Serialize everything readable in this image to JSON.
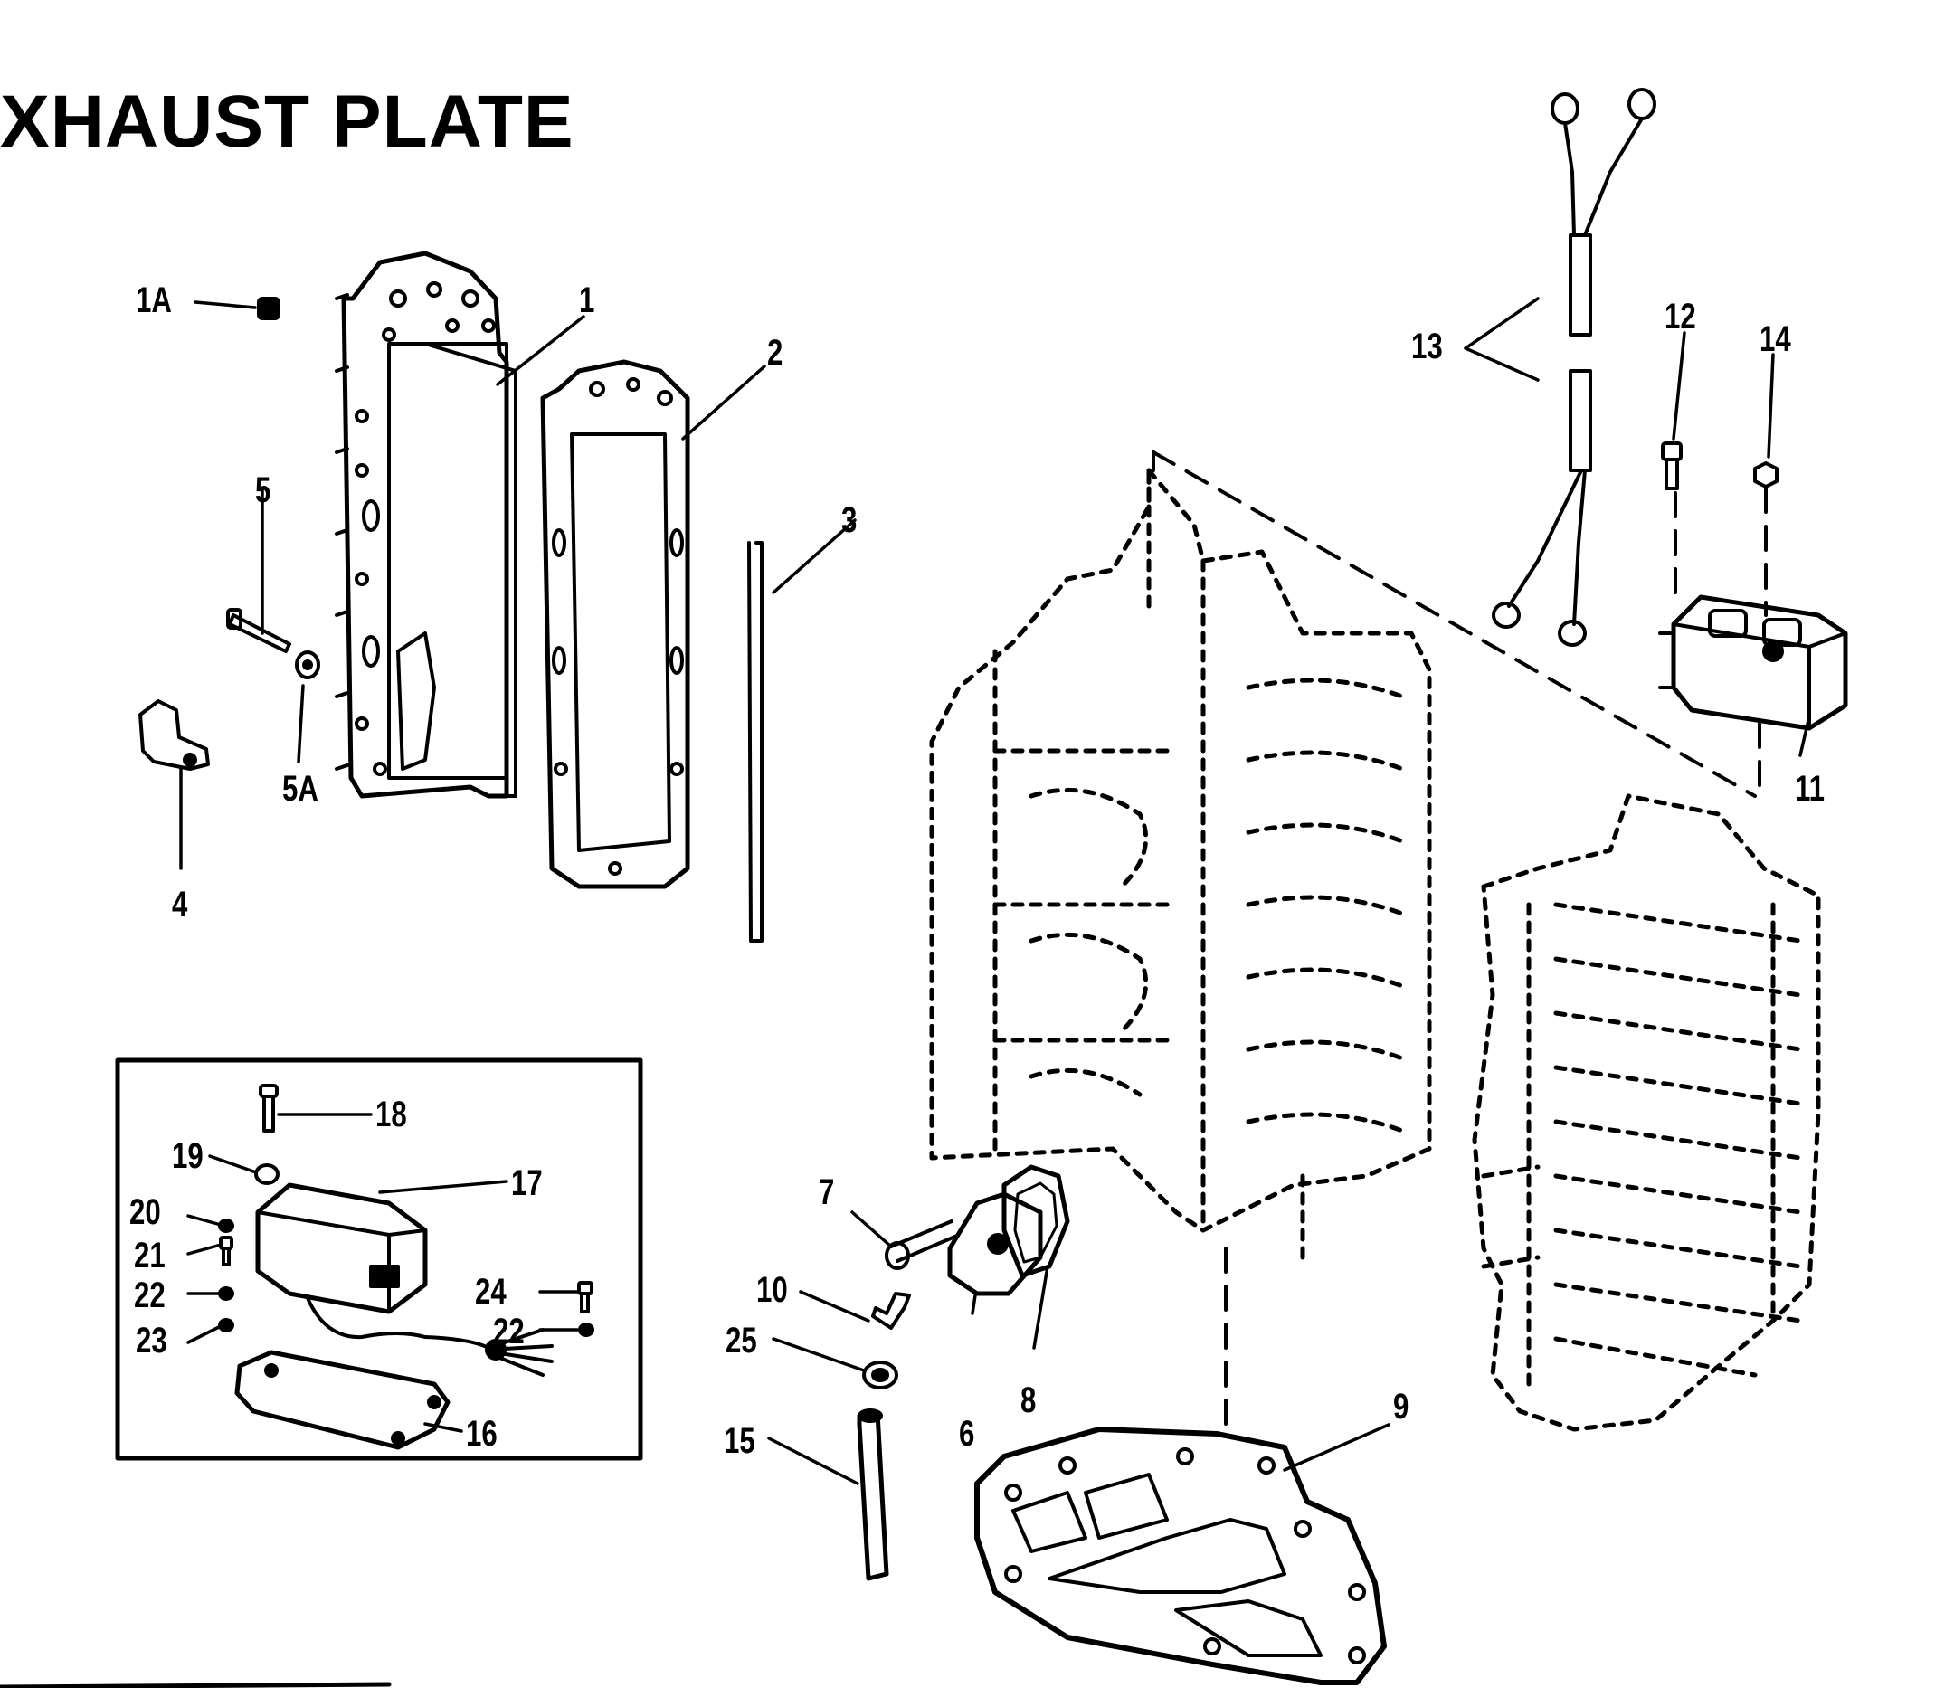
{
  "title": "XHAUST PLATE",
  "callouts": {
    "c1A": "1A",
    "c1": "1",
    "c2": "2",
    "c3": "3",
    "c4": "4",
    "c5": "5",
    "c5A": "5A",
    "c6": "6",
    "c7": "7",
    "c8": "8",
    "c9": "9",
    "c10": "10",
    "c11": "11",
    "c12": "12",
    "c13": "13",
    "c14": "14",
    "c15": "15",
    "c16": "16",
    "c17": "17",
    "c18": "18",
    "c19": "19",
    "c20": "20",
    "c21": "21",
    "c22a": "22",
    "c22b": "22",
    "c23": "23",
    "c24": "24",
    "c25": "25"
  },
  "colors": {
    "ink": "#000000",
    "paper": "#ffffff"
  }
}
